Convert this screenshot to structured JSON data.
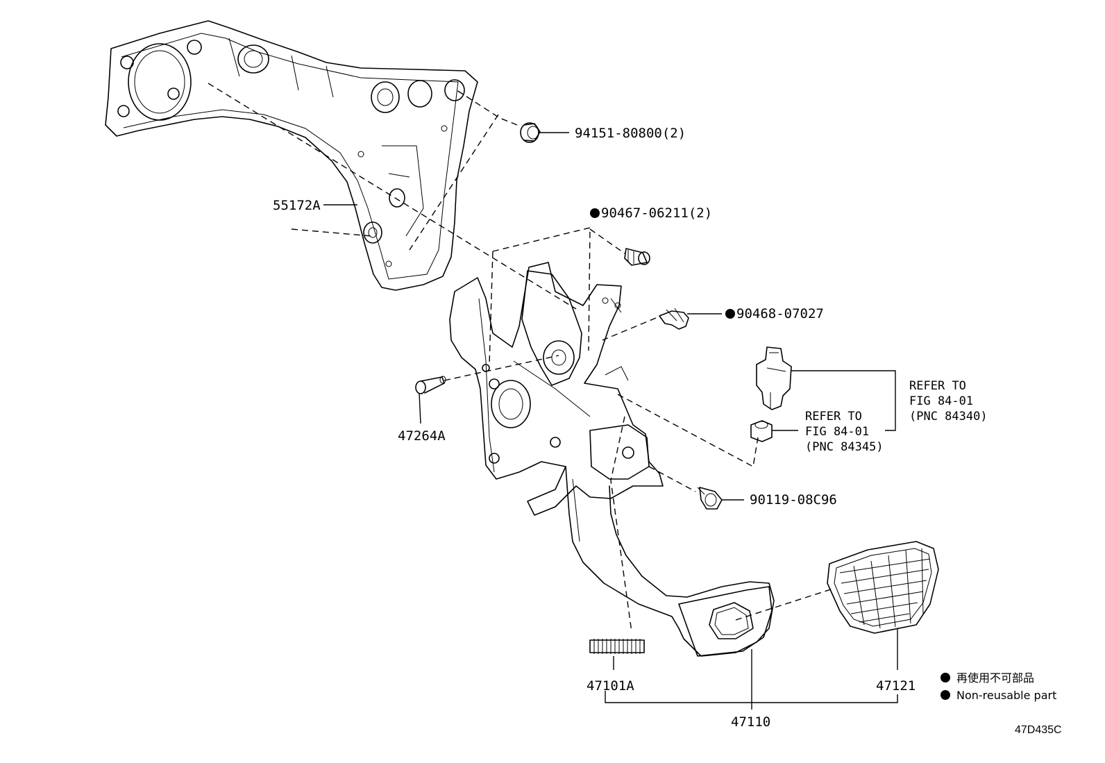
{
  "labels": {
    "p94151": "94151-80800(2)",
    "p55172A": "55172A",
    "p90467": "90467-06211(2)",
    "p90468": "90468-07027",
    "p47264A": "47264A",
    "p90119": "90119-08C96",
    "p47101A": "47101A",
    "p47110": "47110",
    "p47121": "47121"
  },
  "refer_switch": [
    "REFER TO",
    "FIG 84-01",
    "(PNC 84340)"
  ],
  "refer_cushion": [
    "REFER TO",
    "FIG 84-01",
    "(PNC 84345)"
  ],
  "legend": {
    "line1": "再使用不可部品",
    "line2": "Non-reusable part"
  },
  "drawing_code": "47D435C",
  "colors": {
    "ink": "#000000",
    "background": "#ffffff"
  }
}
